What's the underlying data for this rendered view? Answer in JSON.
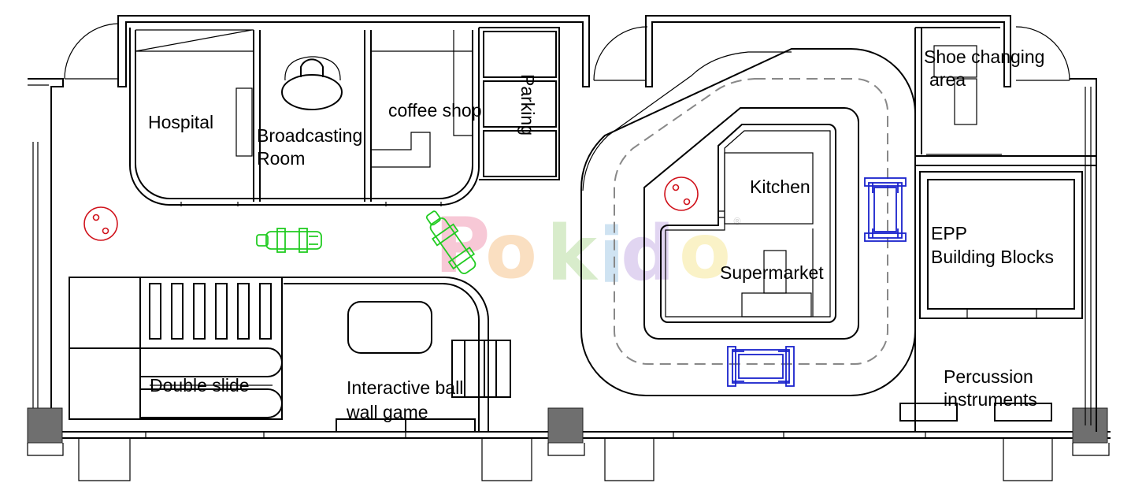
{
  "labels": {
    "hospital": "Hospital",
    "broadcasting_line1": "Broadcasting",
    "broadcasting_line2": "Room",
    "coffee_shop": "coffee shop",
    "parking": "Parking",
    "double_slide": "Double slide",
    "ball_wall_line1": "Interactive ball",
    "ball_wall_line2": "wall game",
    "kitchen": "Kitchen",
    "supermarket": "Supermarket",
    "shoe_line1": "Shoe changing",
    "shoe_line2": "area",
    "epp_line1": "EPP",
    "epp_line2": "Building Blocks",
    "percussion_line1": "Percussion",
    "percussion_line2": "instruments"
  },
  "watermark": {
    "letters": [
      "P",
      "o",
      "k",
      "i",
      "d",
      "o"
    ],
    "colors": [
      "#f29cb6",
      "#f6c590",
      "#b9dda1",
      "#a9cde8",
      "#c9b4e6",
      "#f7e99a"
    ],
    "mark": "®"
  },
  "colors": {
    "wall": "#000000",
    "column": "#6f6f6f",
    "track_dash": "#888888",
    "red_marker": "#d0121b",
    "green_marker": "#22cc22",
    "blue_marker": "#1a22cc"
  }
}
